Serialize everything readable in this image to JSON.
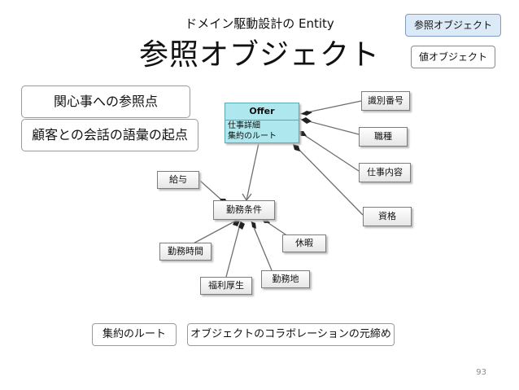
{
  "header": {
    "subtitle": "ドメイン駆動設計の Entity",
    "title": "参照オブジェクト"
  },
  "tags": {
    "reference_object": "参照オブジェクト",
    "value_object": "値オブジェクト"
  },
  "notes": {
    "point_of_reference": "関心事への参照点",
    "conversation_anchor": "顧客との会話の語彙の起点",
    "aggregate_root": "集約のルート",
    "collaboration_origin": "オブジェクトのコラボレーションの元締め"
  },
  "diagram": {
    "offer": {
      "title": "Offer",
      "line1": "仕事詳細",
      "line2": "集約のルート"
    },
    "id_number": "識別番号",
    "job_type": "職種",
    "job_content": "仕事内容",
    "qualification": "資格",
    "work_conditions": "勤務条件",
    "salary": "給与",
    "work_hours": "勤務時間",
    "holidays": "休暇",
    "welfare": "福利厚生",
    "work_location": "勤務地"
  },
  "page_number": "93"
}
